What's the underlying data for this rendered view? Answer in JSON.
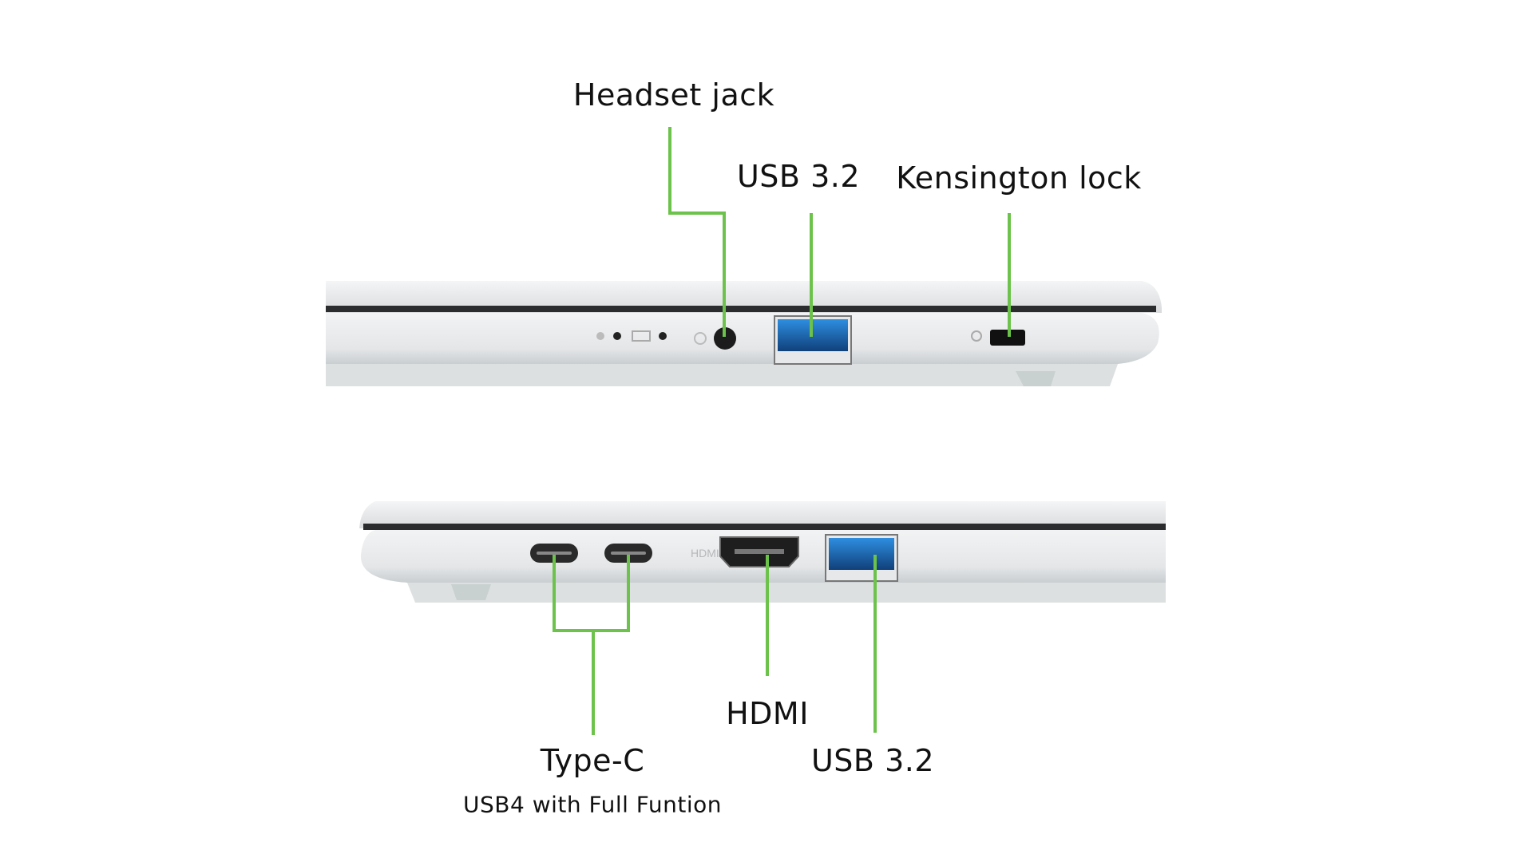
{
  "accent_color": "#6cc24a",
  "top_side": {
    "labels": {
      "headset_jack": "Headset jack",
      "usb": "USB 3.2",
      "kensington": "Kensington lock"
    }
  },
  "bottom_side": {
    "labels": {
      "type_c": "Type-C",
      "type_c_sub": "USB4 with Full Funtion",
      "hdmi": "HDMI",
      "usb": "USB 3.2"
    },
    "port_marking_hdmi": "HDMI"
  }
}
